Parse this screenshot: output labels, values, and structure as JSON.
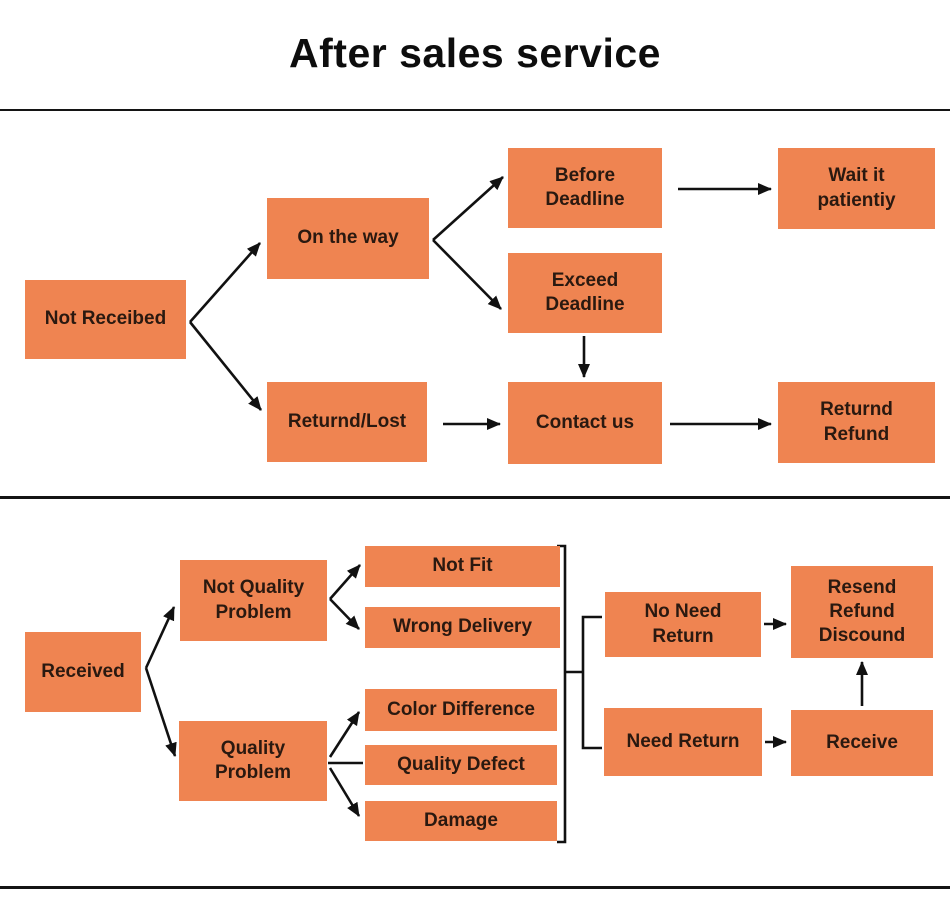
{
  "title": "After sales service",
  "diagram": {
    "colors": {
      "box_fill": "#EF8451",
      "box_text": "#2A1910",
      "line": "#111111",
      "background": "#FFFFFF"
    },
    "nodes": {
      "not_received": {
        "label": "Not Receibed"
      },
      "on_the_way": {
        "label": "On the way"
      },
      "before_deadline": {
        "label": "Before\nDeadline"
      },
      "wait_it_patiently": {
        "label": "Wait it\npatientiy"
      },
      "exceed_deadline": {
        "label": "Exceed\nDeadline"
      },
      "contact_us": {
        "label": "Contact us"
      },
      "returnd_lost": {
        "label": "Returnd/Lost"
      },
      "returnd_refund": {
        "label": "Returnd\nRefund"
      },
      "received": {
        "label": "Received"
      },
      "not_quality_problem": {
        "label": "Not Quality\nProblem"
      },
      "not_fit": {
        "label": "Not Fit"
      },
      "wrong_delivery": {
        "label": "Wrong Delivery"
      },
      "quality_problem": {
        "label": "Quality\nProblem"
      },
      "color_difference": {
        "label": "Color Difference"
      },
      "quality_defect": {
        "label": "Quality Defect"
      },
      "damage": {
        "label": "Damage"
      },
      "no_need_return": {
        "label": "No Need\nReturn"
      },
      "resend_refund_discound": {
        "label": "Resend\nRefund\nDiscound"
      },
      "need_return": {
        "label": "Need Return"
      },
      "receive": {
        "label": "Receive"
      }
    }
  }
}
